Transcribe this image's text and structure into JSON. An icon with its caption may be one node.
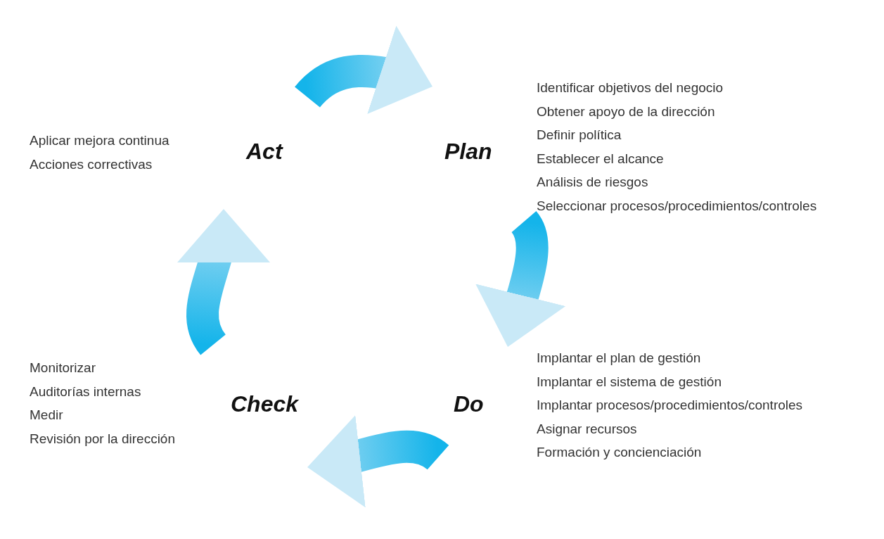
{
  "diagram": {
    "nodes": [
      {
        "text": [
          "Act"
        ],
        "beside": [
          "Aplicar mejora continua",
          "Acciones correctivas"
        ]
      },
      {
        "text": [
          "Plan"
        ],
        "beside": [
          "Identificar objetivos del negocio",
          "Obtener apoyo de la dirección",
          "Definir política",
          "Establecer el alcance",
          "Análisis de riesgos",
          "Seleccionar procesos/procedimientos/controles"
        ]
      },
      {
        "text": [
          "Do"
        ],
        "beside": [
          "Implantar el plan de gestión",
          "Implantar el sistema de gestión",
          "Implantar procesos/procedimientos/controles",
          "Asignar recursos",
          "Formación y concienciación"
        ]
      },
      {
        "text": [
          "Check"
        ],
        "beside": [
          "Monitorizar",
          "Auditorías internas",
          "Medir",
          "Revisión por la dirección"
        ]
      }
    ],
    "edges": [
      {
        "from": 0,
        "to": 1,
        "arrow": "to"
      },
      {
        "from": 1,
        "to": 2,
        "arrow": "to"
      },
      {
        "from": 2,
        "to": 3,
        "arrow": "to"
      },
      {
        "from": 3,
        "to": 0,
        "arrow": "to"
      }
    ]
  }
}
